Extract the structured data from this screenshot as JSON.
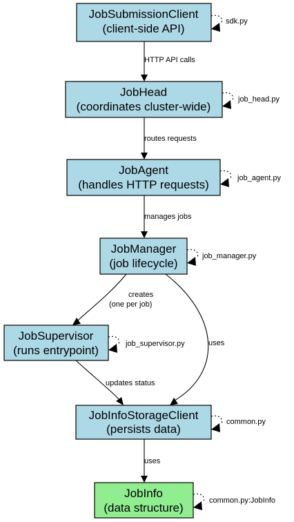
{
  "colors": {
    "component": "#add8e6",
    "data_structure": "#90ee90",
    "border": "#000000"
  },
  "nodes": {
    "job_submission_client": {
      "line1": "JobSubmissionClient",
      "line2": "(client-side API)",
      "file": "sdk.py"
    },
    "job_head": {
      "line1": "JobHead",
      "line2": "(coordinates cluster-wide)",
      "file": "job_head.py"
    },
    "job_agent": {
      "line1": "JobAgent",
      "line2": "(handles HTTP requests)",
      "file": "job_agent.py"
    },
    "job_manager": {
      "line1": "JobManager",
      "line2": "(job lifecycle)",
      "file": "job_manager.py"
    },
    "job_supervisor": {
      "line1": "JobSupervisor",
      "line2": "(runs entrypoint)",
      "file": "job_supervisor.py"
    },
    "job_info_storage_client": {
      "line1": "JobInfoStorageClient",
      "line2": "(persists data)",
      "file": "common.py"
    },
    "job_info": {
      "line1": "JobInfo",
      "line2": "(data structure)",
      "file": "common.py:JobInfo"
    }
  },
  "edges": {
    "client_to_head": "HTTP API calls",
    "head_to_agent": "routes requests",
    "agent_to_manager": "manages jobs",
    "manager_to_supervisor_1": "creates",
    "manager_to_supervisor_2": "(one per job)",
    "manager_to_storage": "uses",
    "supervisor_to_storage": "updates status",
    "storage_to_info": "uses"
  }
}
